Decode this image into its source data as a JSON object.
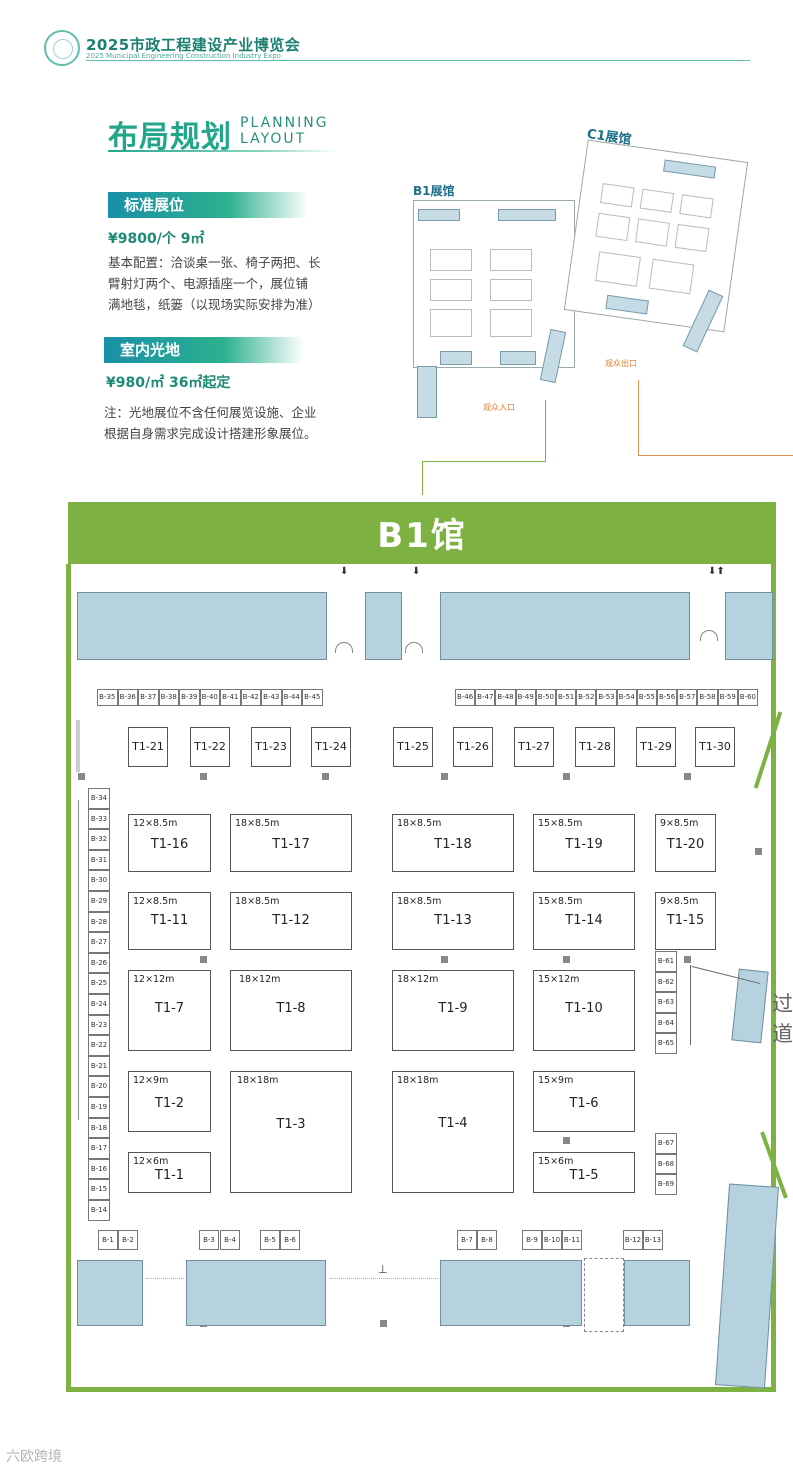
{
  "header": {
    "title": "2025市政工程建设产业博览会",
    "subtitle": "2025 Municipal Engineering Construction Industry Expo"
  },
  "planning": {
    "title_cn": "布局规划",
    "title_en_1": "PLANNING",
    "title_en_2": "LAYOUT"
  },
  "standard": {
    "label": "标准展位",
    "price": "¥9800/个   9㎡",
    "desc_1": "基本配置：洽谈桌一张、椅子两把、长",
    "desc_2": "臂射灯两个、电源插座一个，展位铺",
    "desc_3": "满地毯，纸篓（以现场实际安排为准）"
  },
  "indoor": {
    "label": "室内光地",
    "price": "¥980/㎡    36㎡起定",
    "note_1": "注：光地展位不含任何展览设施、企业",
    "note_2": "根据自身需求完成设计搭建形象展位。"
  },
  "mini_map": {
    "b1_label": "B1展馆",
    "c1_label": "C1展馆",
    "entrance": "观众入口",
    "exit": "观众出口"
  },
  "hall": {
    "title": "B1馆",
    "side_text_1": "过",
    "side_text_2": "道",
    "top_row_a": [
      "B-35",
      "B-36",
      "B-37",
      "B-38",
      "B-39",
      "B-40",
      "B-41",
      "B-42",
      "B-43",
      "B-44",
      "B-45"
    ],
    "top_row_b": [
      "B-46",
      "B-47",
      "B-48",
      "B-49",
      "B-50",
      "B-51",
      "B-52",
      "B-53",
      "B-54",
      "B-55",
      "B-56",
      "B-57",
      "B-58",
      "B-59",
      "B-60"
    ],
    "left_col": [
      "B-34",
      "B-33",
      "B-32",
      "B-31",
      "B-30",
      "B-29",
      "B-28",
      "B-27",
      "B-26",
      "B-25",
      "B-24",
      "B-23",
      "B-22",
      "B-21",
      "B-20",
      "B-19",
      "B-18",
      "B-17",
      "B-16",
      "B-15",
      "B-14"
    ],
    "right_col_a": [
      "B-61",
      "B-62",
      "B-63",
      "B-64",
      "B-65"
    ],
    "right_col_b": [
      "B-67",
      "B-68",
      "B-69"
    ],
    "bottom": [
      "B-1",
      "B-2",
      "B-3",
      "B-4",
      "B-5",
      "B-6",
      "B-7",
      "B-8",
      "B-9",
      "B-10",
      "B-11",
      "B-12",
      "B-13"
    ],
    "row_small": [
      "T1-21",
      "T1-22",
      "T1-23",
      "T1-24",
      "T1-25",
      "T1-26",
      "T1-27",
      "T1-28",
      "T1-29",
      "T1-30"
    ],
    "booths": {
      "t16": {
        "label": "T1-16",
        "dim": "12×8.5m"
      },
      "t17": {
        "label": "T1-17",
        "dim": "18×8.5m"
      },
      "t18": {
        "label": "T1-18",
        "dim": "18×8.5m"
      },
      "t19": {
        "label": "T1-19",
        "dim": "15×8.5m"
      },
      "t20": {
        "label": "T1-20",
        "dim": "9×8.5m"
      },
      "t11": {
        "label": "T1-11",
        "dim": "12×8.5m"
      },
      "t12": {
        "label": "T1-12",
        "dim": "18×8.5m"
      },
      "t13": {
        "label": "T1-13",
        "dim": "18×8.5m"
      },
      "t14": {
        "label": "T1-14",
        "dim": "15×8.5m"
      },
      "t15": {
        "label": "T1-15",
        "dim": "9×8.5m"
      },
      "t7": {
        "label": "T1-7",
        "dim": "12×12m"
      },
      "t8": {
        "label": "T1-8",
        "dim": "18×12m"
      },
      "t9": {
        "label": "T1-9",
        "dim": "18×12m"
      },
      "t10": {
        "label": "T1-10",
        "dim": "15×12m"
      },
      "t2": {
        "label": "T1-2",
        "dim": "12×9m"
      },
      "t3": {
        "label": "T1-3",
        "dim": "18×18m"
      },
      "t4": {
        "label": "T1-4",
        "dim": "18×18m"
      },
      "t6": {
        "label": "T1-6",
        "dim": "15×9m"
      },
      "t1": {
        "label": "T1-1",
        "dim": "12×6m"
      },
      "t5": {
        "label": "T1-5",
        "dim": "15×6m"
      }
    }
  },
  "watermark": "六欧跨境",
  "colors": {
    "green": "#7db243",
    "teal": "#22a58a",
    "blue_block": "#b7d2df"
  }
}
